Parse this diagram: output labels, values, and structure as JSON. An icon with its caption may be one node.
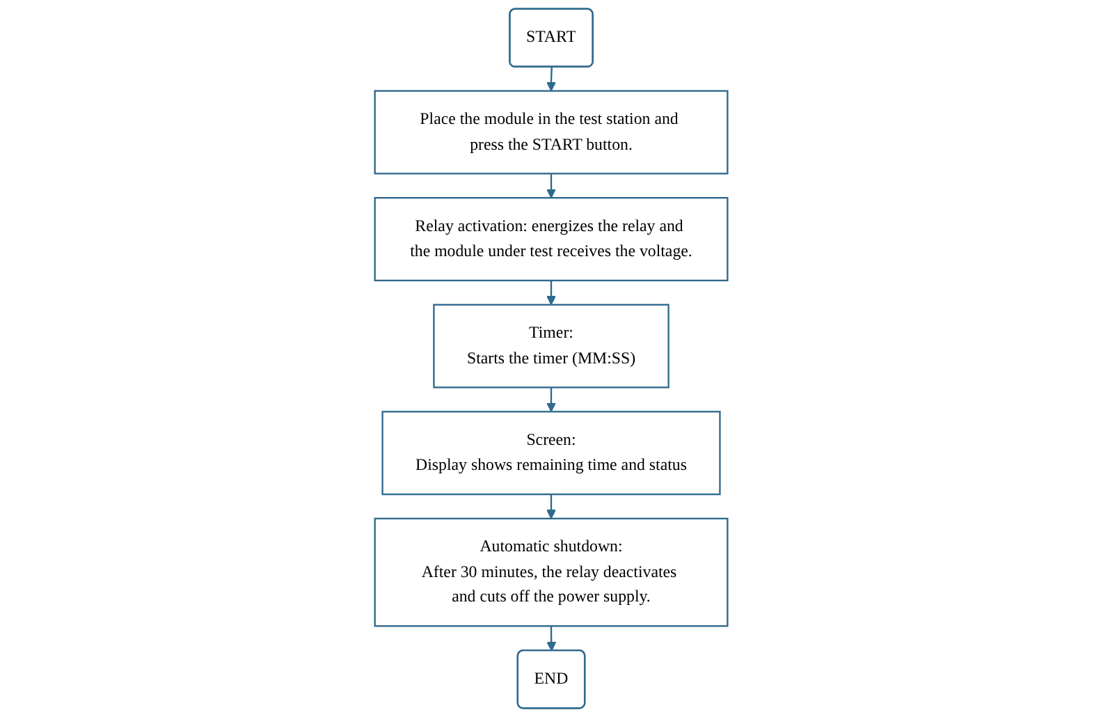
{
  "diagram": {
    "nodes": [
      {
        "text": [
          "START"
        ]
      },
      {
        "text": [
          "Place the module in the test station and press the START button."
        ]
      },
      {
        "text": [
          "Relay activation: energizes the relay and the module under test receives the voltage."
        ]
      },
      {
        "text": [
          "Timer:",
          "Starts the timer (MM:SS)"
        ]
      },
      {
        "text": [
          "Screen:",
          "Display shows remaining time and status"
        ]
      },
      {
        "text": [
          "Automatic shutdown:",
          "After 30 minutes, the relay deactivates and cuts off the power supply."
        ]
      },
      {
        "text": [
          "END"
        ]
      }
    ],
    "edges": [
      {
        "from": 0,
        "to": 1,
        "arrow": "to"
      },
      {
        "from": 1,
        "to": 2,
        "arrow": "to"
      },
      {
        "from": 2,
        "to": 3,
        "arrow": "to"
      },
      {
        "from": 3,
        "to": 4,
        "arrow": "to"
      },
      {
        "from": 4,
        "to": 5,
        "arrow": "to"
      },
      {
        "from": 5,
        "to": 6,
        "arrow": "to"
      }
    ]
  }
}
